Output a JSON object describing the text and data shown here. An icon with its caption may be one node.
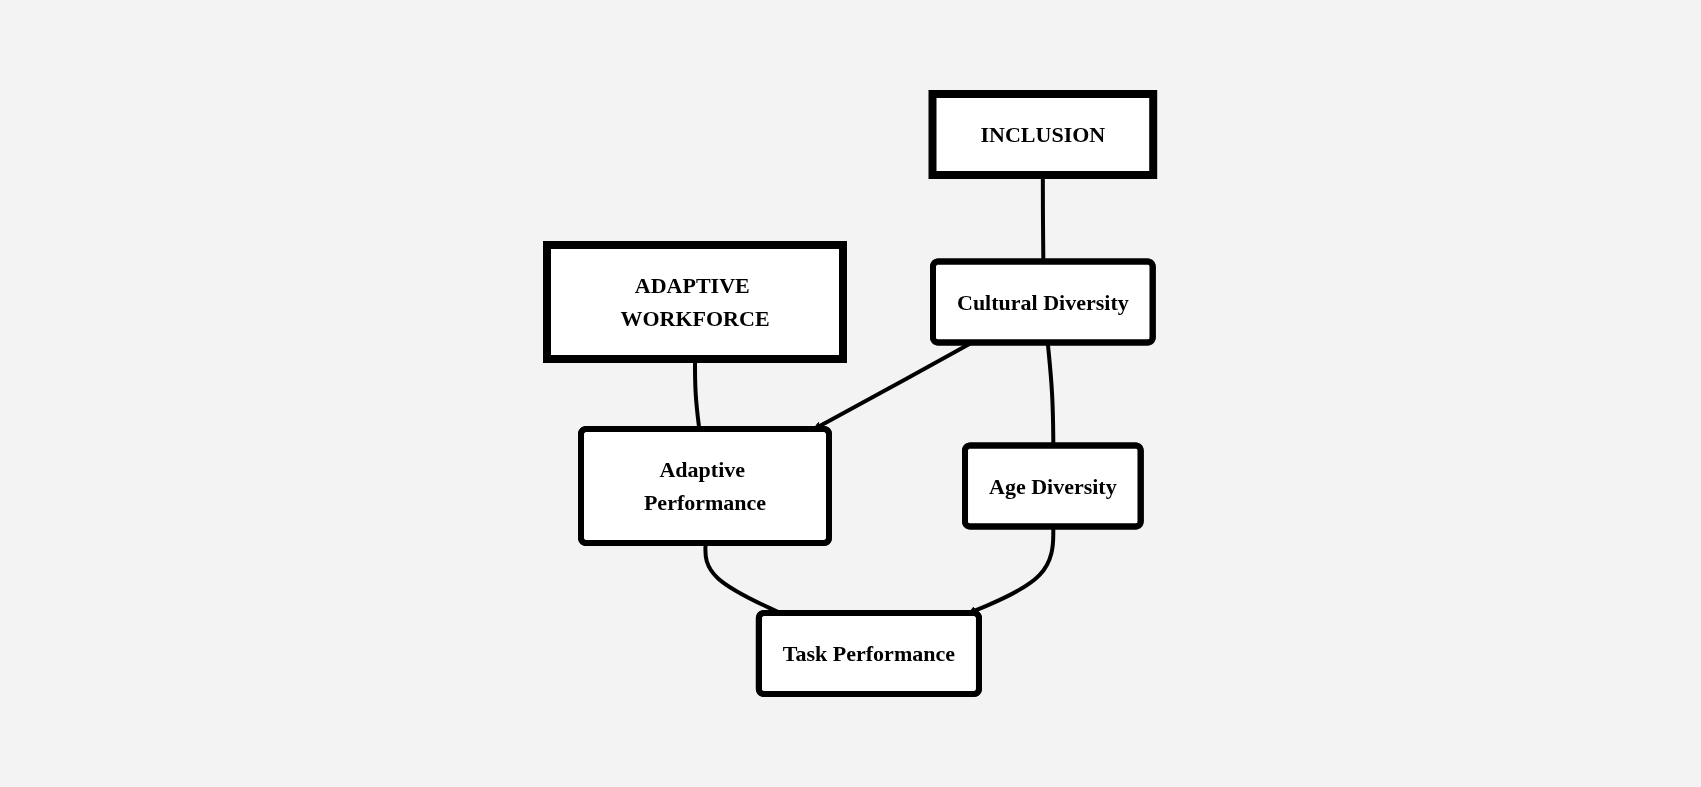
{
  "diagram": {
    "nodes": [
      {
        "text": [
          "INCLUSION"
        ]
      },
      {
        "text": [
          "ADAPTIVE WORKFORCE"
        ]
      },
      {
        "text": [
          "Cultural Diversity"
        ]
      },
      {
        "text": [
          "Adaptive Performance"
        ]
      },
      {
        "text": [
          "Age Diversity"
        ]
      },
      {
        "text": [
          "Task Performance"
        ]
      }
    ],
    "edges": [
      {
        "from": 0,
        "to": 2,
        "arrow": "none"
      },
      {
        "from": 1,
        "to": 3,
        "arrow": "none"
      },
      {
        "from": 2,
        "to": 3,
        "arrow": "to"
      },
      {
        "from": 2,
        "to": 4,
        "arrow": "none"
      },
      {
        "from": 3,
        "to": 5,
        "arrow": "none"
      },
      {
        "from": 4,
        "to": 5,
        "arrow": "to"
      }
    ]
  }
}
